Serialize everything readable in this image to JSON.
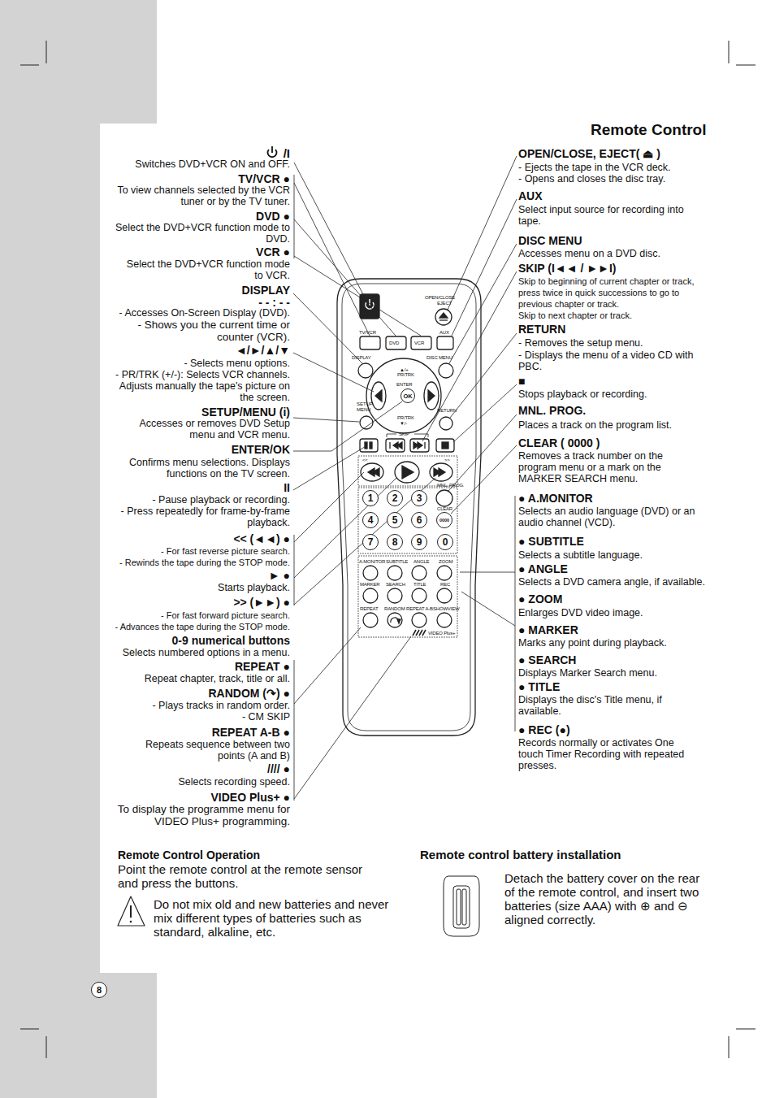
{
  "diagram": {
    "title": "Remote Control",
    "nodes": [
      {
        "text": [
          "1"
        ]
      },
      {
        "text": [
          "2"
        ]
      },
      {
        "text": [
          "3"
        ]
      },
      {
        "text": [
          "4"
        ]
      },
      {
        "text": [
          "5"
        ]
      },
      {
        "text": [
          "6"
        ]
      },
      {
        "text": [
          "7"
        ]
      },
      {
        "text": [
          "8"
        ]
      },
      {
        "text": [
          "9"
        ]
      },
      {
        "text": [
          "0"
        ]
      },
      {
        "text": [
          "OK"
        ]
      },
      {
        "text": [
          "0000"
        ]
      },
      {
        "text": [
          "8"
        ]
      }
    ],
    "labels": [
      "/I",
      "Switches DVD+VCR ON and OFF.",
      "TV/VCR ●",
      "To view channels selected by the VCR tuner or by the TV tuner.",
      "DVD ●",
      "Select the DVD+VCR function mode to DVD.",
      "VCR ●",
      "Select the DVD+VCR function mode to VCR.",
      "DISPLAY",
      "- - : - -",
      "- Accesses On-Screen Display (DVD).",
      "- Shows you the current time or counter (VCR).",
      "◄/►/▲/▼",
      "- Selects menu options.",
      "- PR/TRK (+/-): Selects VCR channels. Adjusts manually the tape's picture on the screen.",
      "SETUP/MENU (i)",
      "Accesses or removes DVD Setup menu and VCR menu.",
      "ENTER/OK",
      "Confirms menu selections. Displays functions on the TV screen.",
      "II",
      "- Pause playback or recording.",
      "- Press repeatedly for frame-by-frame playback.",
      "<< (◄◄) ●",
      "- For fast reverse picture search.",
      "- Rewinds the tape during the STOP mode.",
      "► ●",
      "Starts playback.",
      ">> (►►) ●",
      "- For fast forward picture search.",
      "- Advances the tape during the STOP mode.",
      "0-9 numerical buttons",
      "Selects numbered options in a menu.",
      "REPEAT ●",
      "Repeat chapter, track, title or all.",
      "RANDOM (↷) ●",
      "- Plays tracks in random order.",
      "- CM SKIP",
      "REPEAT A-B ●",
      "Repeats sequence between two points (A and B)",
      "//// ●",
      "Selects recording speed.",
      "VIDEO Plus+ ●",
      "To display the programme menu for VIDEO Plus+ programming.",
      "OPEN/CLOSE, EJECT( ⏏ )",
      "- Ejects the tape in the VCR deck.",
      "- Opens and closes the disc tray.",
      "AUX",
      "Select input source for recording into tape.",
      "DISC MENU",
      "Accesses menu on a DVD disc.",
      "SKIP (I◄◄ / ►►I)",
      "Skip to beginning of current chapter or track, press twice in quick successions to go to previous chapter or track.",
      "Skip to next chapter or track.",
      "RETURN",
      "- Removes the setup menu.",
      "- Displays the menu of a video CD with PBC.",
      "■",
      "Stops playback or recording.",
      "MNL. PROG.",
      "Places a track on the program list.",
      "CLEAR ( 0000 )",
      "Removes a track number on the program menu or a mark on the MARKER SEARCH menu.",
      "● A.MONITOR",
      "Selects an audio language (DVD) or an audio channel (VCD).",
      "● SUBTITLE",
      "Selects a subtitle language.",
      "● ANGLE",
      "Selects a DVD camera angle, if available.",
      "● ZOOM",
      "Enlarges DVD video image.",
      "● MARKER",
      "Marks any point during playback.",
      "● SEARCH",
      "Displays Marker Search menu.",
      "● TITLE",
      "Displays the disc's Title menu, if available.",
      "● REC (●)",
      "Records normally or activates One touch Timer Recording with repeated presses.",
      "Remote Control Operation",
      "Point the remote control at the remote sensor and press the buttons.",
      "Do not mix old and new batteries and never mix different types of batteries such as standard, alkaline, etc.",
      "Remote control battery installation",
      "Detach the battery cover on the rear of the remote control, and insert two batteries (size AAA) with ⊕ and ⊖ aligned correctly.",
      "OPEN/CLOSE",
      "EJECT",
      "TV/VCR",
      "DVD",
      "VCR",
      "AUX",
      "DISPLAY",
      "DISC MENU",
      "▲/+",
      "PR/TRK",
      "ENTER",
      "SETUP MENU",
      "RETURN",
      "PR/TRK",
      "▼/-",
      "SKIP",
      "<<",
      ">>",
      "MNL. PROG.",
      "CLEAR",
      "A.MONITOR",
      "SUBTITLE",
      "ANGLE",
      "ZOOM",
      "MARKER",
      "SEARCH",
      "TITLE",
      "REC",
      "REPEAT",
      "RANDOM",
      "REPEAT A-B",
      "SHOWVIEW",
      "VIDEO Plus+"
    ]
  }
}
